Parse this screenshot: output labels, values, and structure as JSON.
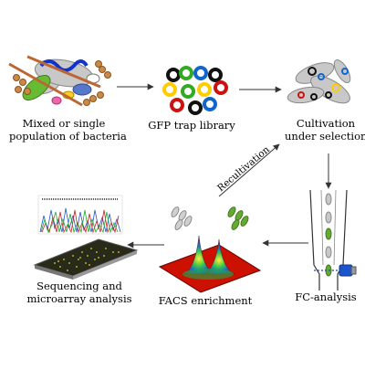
{
  "labels": {
    "mixed_line1": "Mixed or single",
    "mixed_line2": "population of bacteria",
    "gfp": "GFP trap library",
    "cult_line1": "Cultivation",
    "cult_line2": "under selection",
    "recultivation": "Recultivation",
    "fc": "FC-analysis",
    "facs": "FACS enrichment",
    "seq_line1": "Sequencing and",
    "seq_line2": "microarray analysis"
  },
  "colors": {
    "gfp_green": "#44aa22",
    "bacteria_gray": "#c8c8c8",
    "arrow": "#333333",
    "facs_red": "#cc1100"
  },
  "icons": [
    "bacteria-cluster",
    "plasmid-rings",
    "cultured-bacteria",
    "flow-channel",
    "laser-detector",
    "facs-peaks",
    "microarray-chip",
    "sequencing-trace"
  ]
}
